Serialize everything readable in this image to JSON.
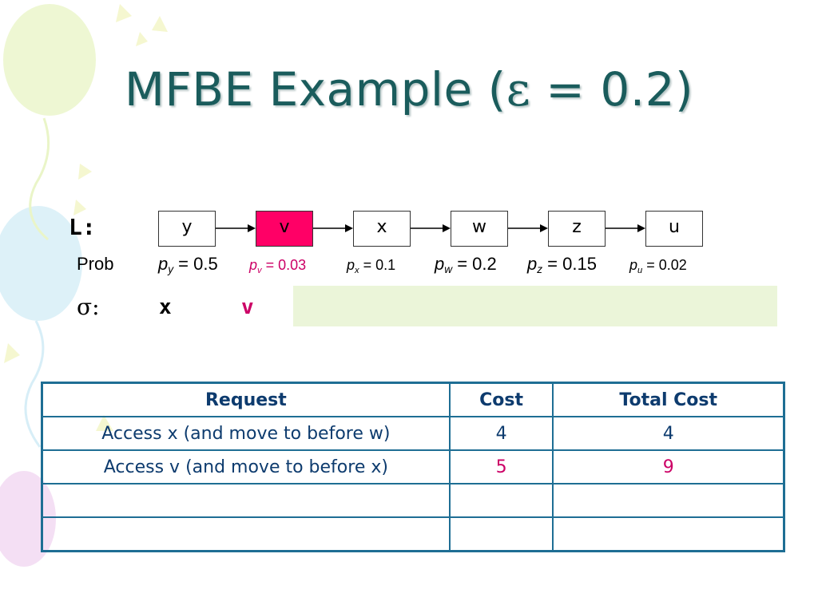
{
  "title": {
    "prefix": "MFBE Example (",
    "epsilon": "ε",
    "suffix": " = 0.2)"
  },
  "list": {
    "label": "L:",
    "nodes": [
      {
        "name": "y",
        "highlighted": false
      },
      {
        "name": "v",
        "highlighted": true
      },
      {
        "name": "x",
        "highlighted": false
      },
      {
        "name": "w",
        "highlighted": false
      },
      {
        "name": "z",
        "highlighted": false
      },
      {
        "name": "u",
        "highlighted": false
      }
    ]
  },
  "probabilities": {
    "label": "Prob",
    "items": [
      {
        "p": "p",
        "sub": "y",
        "value": " = 0.5"
      },
      {
        "p": "p",
        "sub": "v",
        "value": " = 0.03"
      },
      {
        "p": "p",
        "sub": "x",
        "value": " = 0.1"
      },
      {
        "p": "p",
        "sub": "w",
        "value": " = 0.2"
      },
      {
        "p": "p",
        "sub": "z",
        "value": " = 0.15"
      },
      {
        "p": "p",
        "sub": "u",
        "value": " = 0.02"
      }
    ]
  },
  "sequence": {
    "label": "σ:",
    "items": [
      "x",
      "v"
    ]
  },
  "table": {
    "headers": [
      "Request",
      "Cost",
      "Total Cost"
    ],
    "rows": [
      [
        "Access x (and move to before w)",
        "4",
        "4"
      ],
      [
        "Access v (and move to before x)",
        "5",
        "9"
      ],
      [
        "",
        "",
        ""
      ],
      [
        "",
        "",
        ""
      ]
    ]
  },
  "colors": {
    "title": "#1a5c5c",
    "highlight_fill": "#ff0066",
    "highlight_text": "#cc0066",
    "table_border": "#1e6e94",
    "table_text": "#0d3b6e",
    "sequence_box": "#ebf5d9"
  }
}
